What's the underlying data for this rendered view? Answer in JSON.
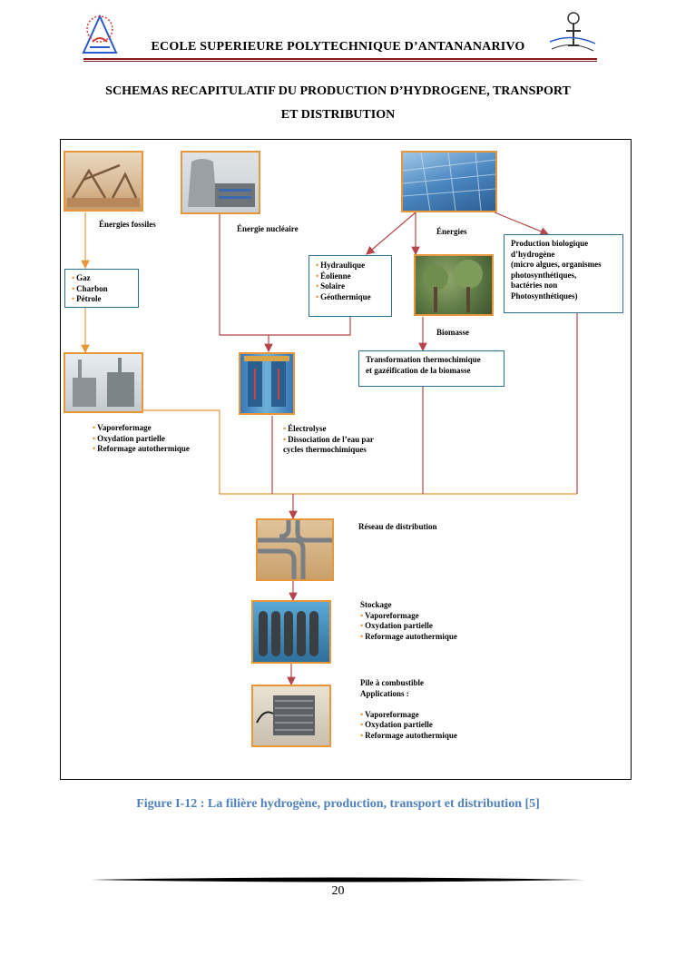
{
  "header": {
    "title": "ECOLE SUPERIEURE POLYTECHNIQUE D’ANTANANARIVO"
  },
  "document": {
    "title_line1": "SCHEMAS RECAPITULATIF DU PRODUCTION D’HYDROGENE, TRANSPORT",
    "title_line2": "ET DISTRIBUTION"
  },
  "diagram": {
    "energies_fossiles": "Énergies fossiles",
    "energie_nucleaire": "Énergie nucléaire",
    "energies": "Énergies",
    "fossil_list": [
      "Gaz",
      "Charbon",
      "Pétrole"
    ],
    "renewable_list": [
      "Hydraulique",
      "Éolienne",
      "Solaire",
      "Géothermique"
    ],
    "bio_production": [
      "Production biologique",
      "d’hydrogène",
      "(micro algues, organismes",
      "photosynthétiques,",
      "bactéries non",
      "Photosynthétiques)"
    ],
    "biomasse": "Biomasse",
    "thermo": [
      "Transformation thermochimique",
      "et gazéification de la biomasse"
    ],
    "reforming_list": [
      "Vaporeformage",
      "Oxydation partielle",
      "Reformage autothermique"
    ],
    "electrolyse_item1": "Électrolyse",
    "electrolyse_item2": [
      "Dissociation de l’eau par",
      "cycles thermochimiques"
    ],
    "reseau": "Réseau de distribution",
    "stockage_title": "Stockage",
    "stockage_list": [
      "Vaporeformage",
      "Oxydation partielle",
      "Reformage autothermique"
    ],
    "pile_title": [
      "Pile à combustible",
      "Applications :"
    ],
    "pile_list": [
      "Vaporeformage",
      "Oxydation partielle",
      "Reformage autothermique"
    ],
    "bullet": "•"
  },
  "caption": "Figure I-12 : La filière hydrogène, production, transport et distribution [5]",
  "footer": {
    "page_number": "20"
  },
  "colors": {
    "arrow_red": "#b5454a",
    "arrow_orange": "#e8963a",
    "box_border": "#2f6f8f",
    "caption_blue": "#4f81bd",
    "header_rule": "#8b1a1a"
  }
}
